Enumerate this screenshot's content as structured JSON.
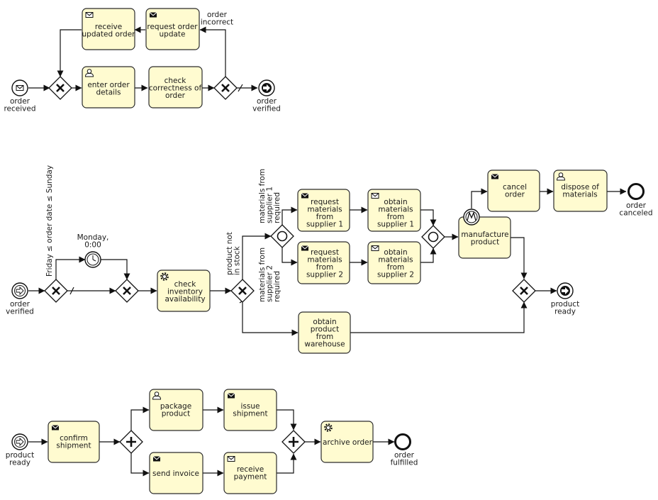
{
  "process_order": {
    "tasks": {
      "receive_updated_order": [
        "receive",
        "updated order"
      ],
      "request_order_update": [
        "request order",
        "update"
      ],
      "enter_order_details": [
        "enter order",
        "details"
      ],
      "check_correctness_of_order": [
        "check",
        "correctness of",
        "order"
      ]
    },
    "events": {
      "order_received": [
        "order",
        "received"
      ],
      "order_verified": [
        "order",
        "verified"
      ]
    },
    "flow_labels": {
      "order_incorrect": [
        "order",
        "incorrect"
      ]
    }
  },
  "production": {
    "tasks": {
      "check_inventory_availability": [
        "check",
        "inventory",
        "availability"
      ],
      "request_materials_from_supplier_1": [
        "request",
        "materials",
        "from",
        "supplier 1"
      ],
      "obtain_materials_from_supplier_1": [
        "obtain",
        "materials",
        "from",
        "supplier 1"
      ],
      "request_materials_from_supplier_2": [
        "request",
        "materials",
        "from",
        "supplier 2"
      ],
      "obtain_materials_from_supplier_2": [
        "obtain",
        "materials",
        "from",
        "supplier 2"
      ],
      "manufacture_product": [
        "manufacture",
        "product"
      ],
      "cancel_order": [
        "cancel",
        "order"
      ],
      "dispose_of_materials": [
        "dispose of",
        "materials"
      ],
      "obtain_product_from_warehouse": [
        "obtain",
        "product",
        "from",
        "warehouse"
      ]
    },
    "events": {
      "order_verified": [
        "order",
        "verified"
      ],
      "timer_monday": [
        "Monday,",
        "0:00"
      ],
      "order_canceled": [
        "order",
        "canceled"
      ],
      "product_ready": [
        "product",
        "ready"
      ]
    },
    "flow_labels": {
      "friday_sunday": "Friday ≤ order date ≤ Sunday",
      "product_not_in_stock": [
        "product not",
        "in stock"
      ],
      "materials_supplier_1": [
        "materials from",
        "supplier 1",
        "required"
      ],
      "materials_supplier_2": [
        "materials from",
        "supplier 2",
        "required"
      ]
    }
  },
  "fulfillment": {
    "tasks": {
      "confirm_shipment": [
        "confirm",
        "shipment"
      ],
      "package_product": [
        "package",
        "product"
      ],
      "issue_shipment": [
        "issue",
        "shipment"
      ],
      "send_invoice": [
        "send invoice"
      ],
      "receive_payment": [
        "receive",
        "payment"
      ],
      "archive_order": [
        "archive order"
      ]
    },
    "events": {
      "product_ready": [
        "product",
        "ready"
      ],
      "order_fulfilled": [
        "order",
        "fulfilled"
      ]
    }
  }
}
